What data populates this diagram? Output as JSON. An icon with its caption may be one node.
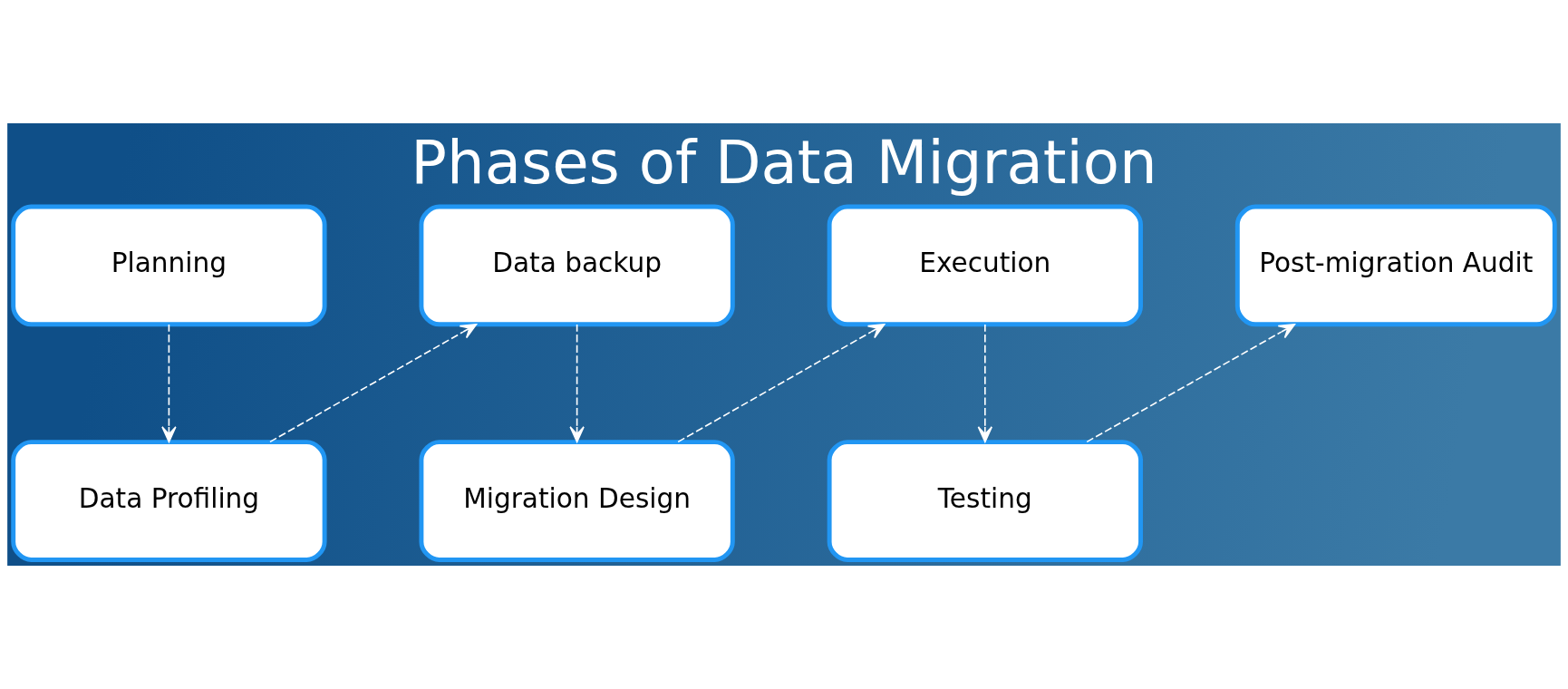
{
  "diagram": {
    "title": "Phases of Data Migration",
    "nodes": [
      {
        "text": [
          "Planning"
        ]
      },
      {
        "text": [
          "Data backup"
        ]
      },
      {
        "text": [
          "Execution"
        ]
      },
      {
        "text": [
          "Post-migration Audit"
        ]
      },
      {
        "text": [
          "Data Profiling"
        ]
      },
      {
        "text": [
          "Migration Design"
        ]
      },
      {
        "text": [
          "Testing"
        ]
      }
    ],
    "edges": [
      {
        "from": 0,
        "to": 4,
        "arrow": "to",
        "style": "dashed"
      },
      {
        "from": 4,
        "to": 1,
        "arrow": "to",
        "style": "dashed"
      },
      {
        "from": 1,
        "to": 5,
        "arrow": "to",
        "style": "dashed"
      },
      {
        "from": 5,
        "to": 2,
        "arrow": "to",
        "style": "dashed"
      },
      {
        "from": 2,
        "to": 6,
        "arrow": "to",
        "style": "dashed"
      },
      {
        "from": 6,
        "to": 3,
        "arrow": "to",
        "style": "dashed"
      }
    ]
  }
}
